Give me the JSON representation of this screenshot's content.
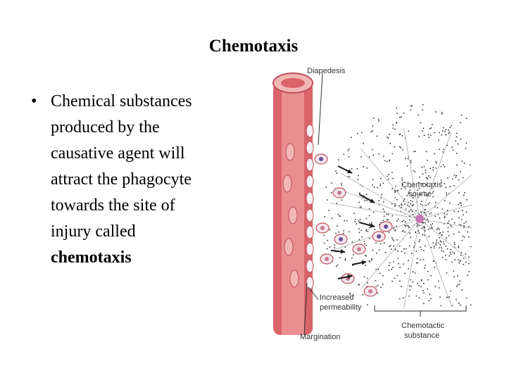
{
  "slide": {
    "title": "Chemotaxis",
    "bullet": {
      "glyph": "•",
      "text_lines": [
        "Chemical substances",
        "produced by the",
        "causative agent will",
        "attract the phagocyte",
        "towards the site of",
        "injury called"
      ],
      "emphasis": "chemotaxis"
    }
  },
  "figure": {
    "labels": {
      "top": "Diapedesis",
      "source_line1": "Chemotaxis",
      "source_line2": "source",
      "permeability_line1": "Increased",
      "permeability_line2": "permeability",
      "margination": "Margination",
      "substance_line1": "Chemotactic",
      "substance_line2": "substance"
    },
    "colors": {
      "vessel": "#d9646a",
      "vessel_light": "#f2b7b5",
      "cell_outline": "#c0505a",
      "nucleus": "#6a4a9a",
      "arrow": "#1a1a1a",
      "source": "#c878b8"
    }
  }
}
